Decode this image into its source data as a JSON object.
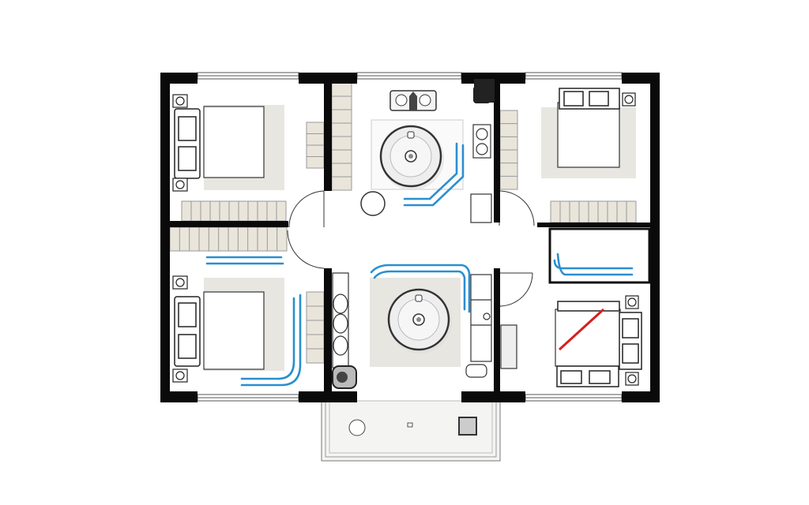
{
  "colors": {
    "wall": "#0a0a0a",
    "floor": "#ffffff",
    "rug": "#e6e4df",
    "stairs": "#e9e5da",
    "cleaning_path": "#2a8fd0",
    "no_go_line": "#d42020",
    "robot_body": "#eeeeee"
  },
  "rooms": [
    {
      "id": "bedroom-top-left",
      "furniture": [
        "bed",
        "nightstand",
        "sofa"
      ]
    },
    {
      "id": "bedroom-bottom-left",
      "furniture": [
        "bed",
        "nightstand",
        "sofa"
      ]
    },
    {
      "id": "kitchen",
      "furniture": [
        "sink",
        "stove",
        "robot-vacuum",
        "stool"
      ]
    },
    {
      "id": "living-room",
      "furniture": [
        "rug",
        "robot-vacuum",
        "toilet",
        "cabinet"
      ]
    },
    {
      "id": "bedroom-top-right",
      "furniture": [
        "bed",
        "nightstand"
      ]
    },
    {
      "id": "bedroom-bottom-right",
      "furniture": [
        "bed",
        "nightstand",
        "sofa"
      ]
    },
    {
      "id": "balcony",
      "furniture": [
        "round-table",
        "square-table"
      ]
    }
  ],
  "icons": [
    "robot-vacuum-icon",
    "bed-icon",
    "sink-icon",
    "stove-icon",
    "stairs-icon",
    "door-icon",
    "window-icon"
  ]
}
